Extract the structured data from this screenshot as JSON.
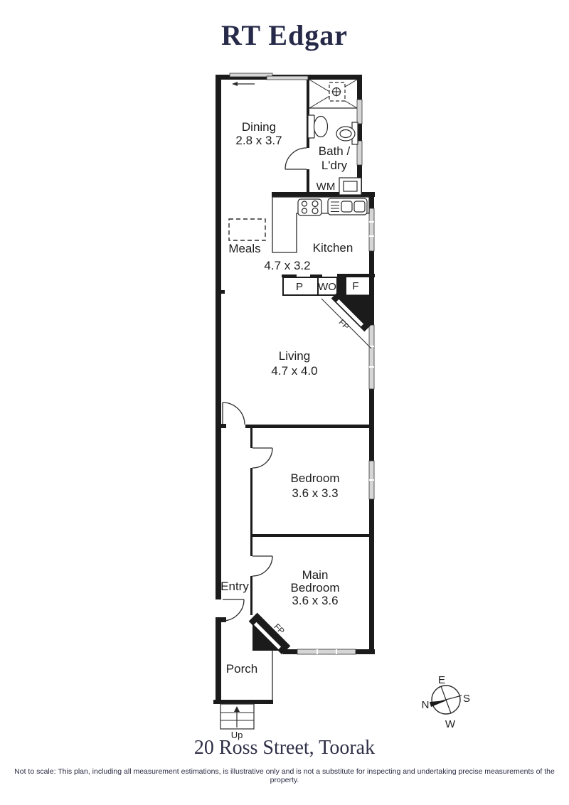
{
  "brand": {
    "title": "RT Edgar"
  },
  "rooms": {
    "dining": {
      "name": "Dining",
      "dims": "2.8 x 3.7"
    },
    "bath": {
      "line1": "Bath /",
      "line2": "L'dry"
    },
    "kitchen": {
      "name": "Kitchen",
      "dims": "4.7 x 3.2"
    },
    "meals": {
      "name": "Meals"
    },
    "living": {
      "name": "Living",
      "dims": "4.7 x 4.0"
    },
    "bedroom": {
      "name": "Bedroom",
      "dims": "3.6 x 3.3"
    },
    "main_bedroom": {
      "line1": "Main",
      "line2": "Bedroom",
      "dims": "3.6 x 3.6"
    },
    "entry": {
      "name": "Entry"
    },
    "porch": {
      "name": "Porch"
    }
  },
  "features": {
    "washing_machine": "WM",
    "pantry": "P",
    "wall_oven": "WO",
    "fridge": "F",
    "fireplace": "FP",
    "steps_up": "Up"
  },
  "compass": {
    "north": "N",
    "east": "E",
    "south": "S",
    "west": "W"
  },
  "footer": {
    "address": "20 Ross Street, Toorak",
    "disclaimer": "Not to scale: This plan, including all measurement estimations, is illustrative only and is not a substitute for inspecting and undertaking precise measurements of the property."
  },
  "colors": {
    "brand_navy": "#262a48",
    "wall": "#1b1b1b",
    "window_fill": "#d6d6d6"
  }
}
